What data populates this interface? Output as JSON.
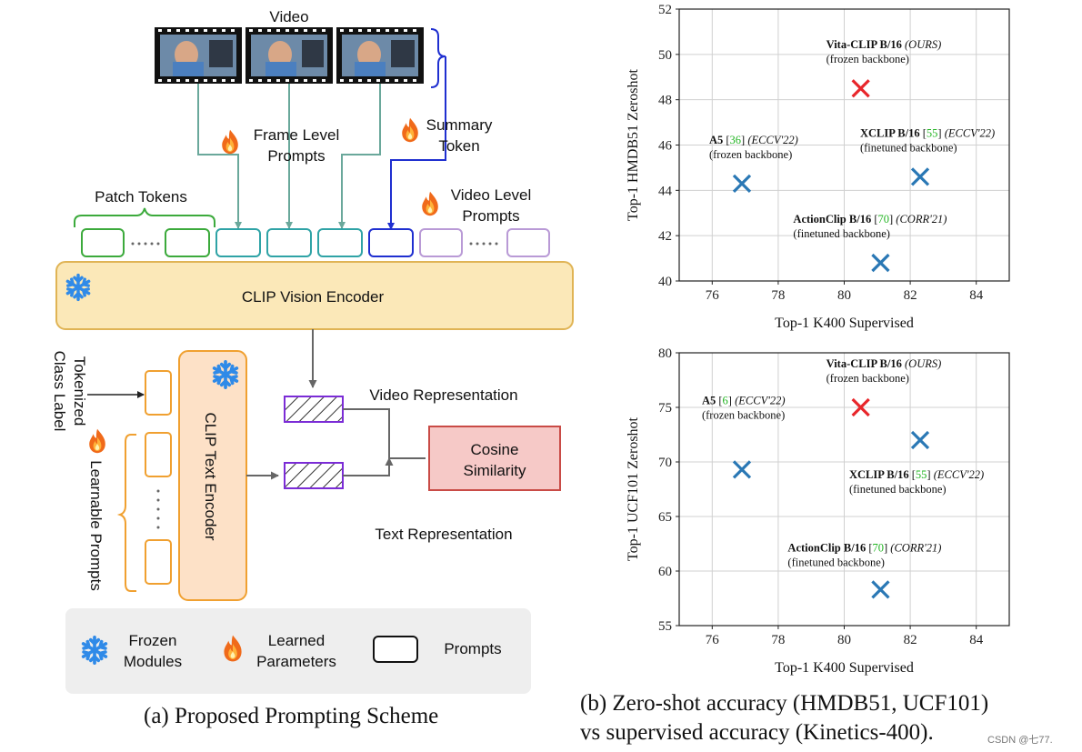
{
  "diagram": {
    "video_label": "Video",
    "frame_level_prompts": [
      "Frame Level",
      "Prompts"
    ],
    "summary_token": [
      "Summary",
      "Token"
    ],
    "patch_tokens": "Patch Tokens",
    "video_level_prompts": [
      "Video Level",
      "Prompts"
    ],
    "vision_encoder": "CLIP Vision Encoder",
    "tokenized_class_label": [
      "Tokenized",
      "Class Label"
    ],
    "learnable_prompts": "Learnable Prompts",
    "text_encoder": "CLIP Text Encoder",
    "video_representation": "Video Representation",
    "text_representation": "Text Representation",
    "cosine_similarity": [
      "Cosine",
      "Similarity"
    ],
    "legend": {
      "frozen": [
        "Frozen",
        "Modules"
      ],
      "learned": [
        "Learned",
        "Parameters"
      ],
      "prompts": "Prompts"
    },
    "icons": {
      "frozen": "snowflake-icon",
      "learned": "flame-icon"
    },
    "colors": {
      "encoder_fill": "#fbe8b8",
      "encoder_stroke": "#e0b455",
      "text_encoder_fill": "#fde1c7",
      "cosine_fill": "#f6c9c7",
      "cosine_stroke": "#c94b46",
      "patch": "#3caa3c",
      "frame": "#2fa3a6",
      "summary": "#1f2fd0",
      "video_prompt": "#b99ad6",
      "text_prompt": "#f0a030",
      "representation": "#7b2cd6",
      "arrow_teal": "#6aa89b",
      "snowflake": "#2f8ae8",
      "flame": "#f06a1a"
    }
  },
  "caption_a": "(a) Proposed Prompting Scheme",
  "caption_b": [
    "(b) Zero-shot accuracy (HMDB51, UCF101)",
    "vs supervised accuracy (Kinetics-400)."
  ],
  "watermark": "CSDN @七77.",
  "chart_data": [
    {
      "type": "scatter",
      "title": "",
      "xlabel": "Top-1 K400 Supervised",
      "ylabel": "Top-1 HMDB51 Zeroshot",
      "xlim": [
        75,
        85
      ],
      "ylim": [
        40,
        52
      ],
      "xticks": [
        76,
        78,
        80,
        82,
        84
      ],
      "yticks": [
        40,
        42,
        44,
        46,
        48,
        50,
        52
      ],
      "grid": true,
      "points": [
        {
          "model": "Vita-CLIP B/16",
          "ref": "",
          "venue": "(OURS)",
          "note": "(frozen backbone)",
          "x": 80.5,
          "y": 48.5,
          "color": "#e8262b"
        },
        {
          "model": "A5",
          "ref": "36",
          "venue": "(ECCV'22)",
          "note": "(frozen backbone)",
          "x": 76.9,
          "y": 44.3,
          "color": "#2a78b5"
        },
        {
          "model": "XCLIP B/16",
          "ref": "55",
          "venue": "(ECCV'22)",
          "note": "(finetuned backbone)",
          "x": 82.3,
          "y": 44.6,
          "color": "#2a78b5"
        },
        {
          "model": "ActionClip B/16",
          "ref": "70",
          "venue": "(CORR'21)",
          "note": "(finetuned backbone)",
          "x": 81.1,
          "y": 40.8,
          "color": "#2a78b5"
        }
      ]
    },
    {
      "type": "scatter",
      "title": "",
      "xlabel": "Top-1 K400 Supervised",
      "ylabel": "Top-1 UCF101 Zeroshot",
      "xlim": [
        75,
        85
      ],
      "ylim": [
        55,
        80
      ],
      "xticks": [
        76,
        78,
        80,
        82,
        84
      ],
      "yticks": [
        55,
        60,
        65,
        70,
        75,
        80
      ],
      "grid": true,
      "points": [
        {
          "model": "Vita-CLIP B/16",
          "ref": "",
          "venue": "(OURS)",
          "note": "(frozen backbone)",
          "x": 80.5,
          "y": 75.0,
          "color": "#e8262b"
        },
        {
          "model": "A5",
          "ref": "6",
          "venue": "(ECCV'22)",
          "note": "(frozen backbone)",
          "x": 76.9,
          "y": 69.3,
          "color": "#2a78b5"
        },
        {
          "model": "XCLIP B/16",
          "ref": "55",
          "venue": "(ECCV'22)",
          "note": "(finetuned backbone)",
          "x": 82.3,
          "y": 72.0,
          "color": "#2a78b5"
        },
        {
          "model": "ActionClip B/16",
          "ref": "70",
          "venue": "(CORR'21)",
          "note": "(finetuned backbone)",
          "x": 81.1,
          "y": 58.3,
          "color": "#2a78b5"
        }
      ]
    }
  ]
}
